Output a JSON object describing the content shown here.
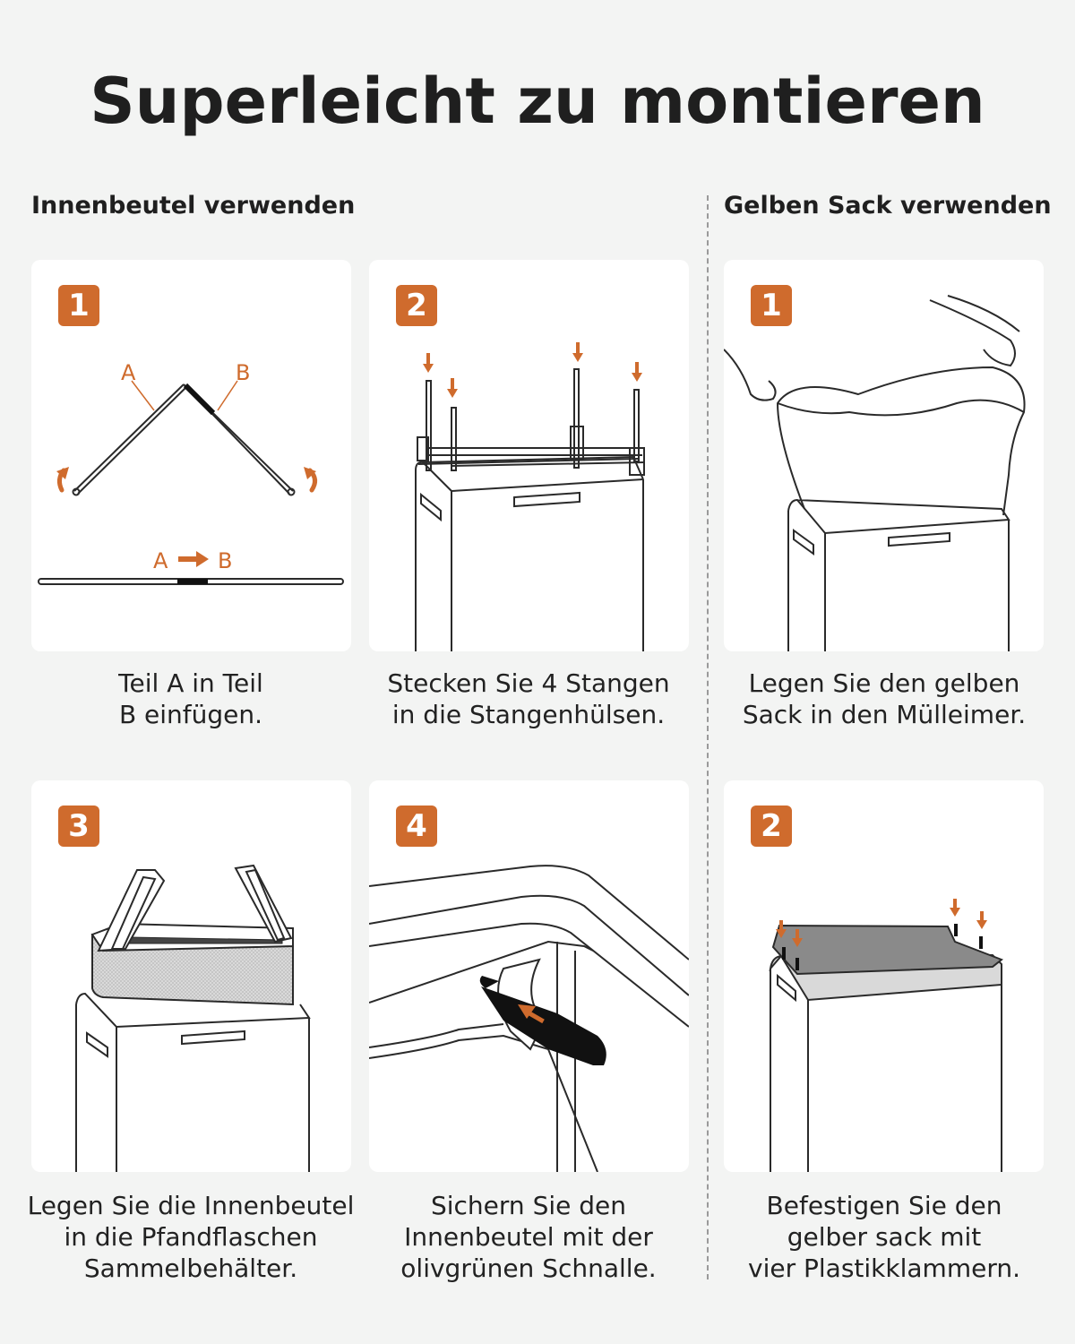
{
  "title": "Superleicht zu montieren",
  "sections": {
    "left": "Innenbeutel verwenden",
    "right": "Gelben Sack verwenden"
  },
  "colors": {
    "accent": "#cf6b2d",
    "line": "#2a2a2a",
    "background": "#f3f4f3",
    "card": "#ffffff"
  },
  "steps": {
    "inner_1": {
      "number": "1",
      "label_a": "A",
      "label_b": "B",
      "label_a2": "A",
      "label_b2": "B",
      "caption": [
        "Teil A in Teil",
        "B einfügen."
      ]
    },
    "inner_2": {
      "number": "2",
      "caption": [
        "Stecken Sie 4 Stangen",
        "in die Stangenhülsen."
      ]
    },
    "inner_3": {
      "number": "3",
      "caption": [
        "Legen Sie die Innenbeutel",
        "in die Pfandflaschen",
        "Sammelbehälter."
      ]
    },
    "inner_4": {
      "number": "4",
      "caption": [
        "Sichern Sie den",
        "Innenbeutel mit der",
        "olivgrünen Schnalle."
      ]
    },
    "sack_1": {
      "number": "1",
      "caption": [
        "Legen Sie den gelben",
        "Sack in den Mülleimer."
      ]
    },
    "sack_2": {
      "number": "2",
      "caption": [
        "Befestigen Sie den",
        "gelber sack mit",
        "vier Plastikklammern."
      ]
    }
  }
}
